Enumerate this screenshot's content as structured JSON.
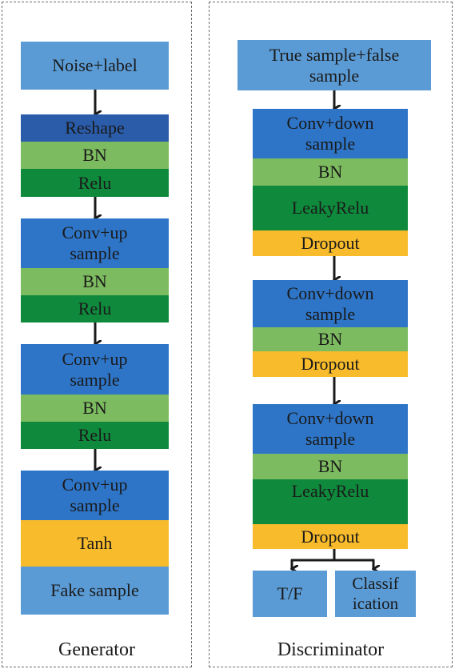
{
  "generator": {
    "caption": "Generator",
    "input": "Noise+label",
    "reshape": "Reshape",
    "bn_1": "BN",
    "relu_1": "Relu",
    "conv1_line1": "Conv+up",
    "conv1_line2": "sample",
    "bn_2": "BN",
    "relu_2": "Relu",
    "conv2_line1": "Conv+up",
    "conv2_line2": "sample",
    "bn_3": "BN",
    "relu_3": "Relu",
    "conv3_line1": "Conv+up",
    "conv3_line2": "sample",
    "tanh": "Tanh",
    "output": "Fake sample"
  },
  "discriminator": {
    "caption": "Discriminator",
    "input_line1": "True sample+false",
    "input_line2": "sample",
    "conv1_line1": "Conv+down",
    "conv1_line2": "sample",
    "bn_1": "BN",
    "leaky_1": "LeakyRelu",
    "dropout_1": "Dropout",
    "conv2_line1": "Conv+down",
    "conv2_line2": "sample",
    "bn_2": "BN",
    "dropout_2": "Dropout",
    "conv3_line1": "Conv+down",
    "conv3_line2": "sample",
    "bn_3": "BN",
    "leaky_3": "LeakyRelu",
    "dropout_3": "Dropout",
    "out_tf": "T/F",
    "out_class_line1": "Classif",
    "out_class_line2": "ication"
  },
  "colors": {
    "light_blue": "#5b9bd5",
    "blue": "#2e75c7",
    "dark_blue": "#2a5caa",
    "light_green": "#7cbb5f",
    "green": "#0f8a3c",
    "orange": "#f8bb2b"
  }
}
